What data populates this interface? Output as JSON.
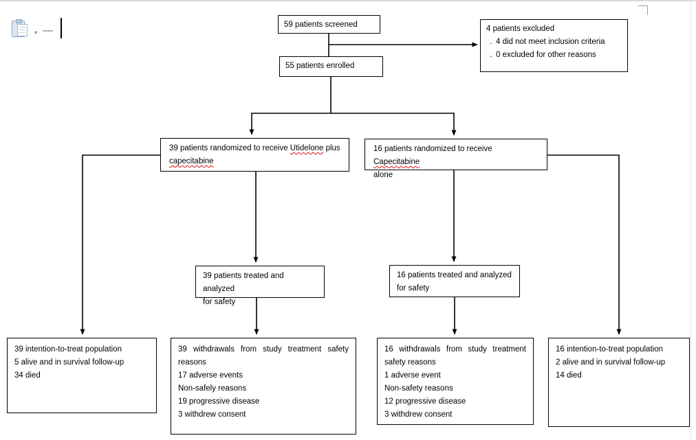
{
  "chrome": {
    "caret_glyph": "▾"
  },
  "colors": {
    "box_border": "#000000",
    "spellcheck_underline": "#e01010",
    "page_edge": "#d9d9d9"
  },
  "flowchart": {
    "screened": {
      "text": "59 patients screened"
    },
    "excluded": {
      "title": "4 patients excluded",
      "bullet": ".",
      "items": [
        "4 did not meet inclusion criteria",
        "0 excluded for other reasons"
      ]
    },
    "enrolled": {
      "text": "55 patients enrolled"
    },
    "randomized_utidelone": {
      "line1_prefix": "39 patients randomized to receive ",
      "line1_drug": "Utidelone",
      "line1_suffix": " plus",
      "line2_drug": "capecitabine"
    },
    "randomized_capecitabine": {
      "line1_prefix": "16 patients randomized to receive ",
      "line1_drug": "Capecitabine",
      "line2": "alone"
    },
    "treated_utidelone": {
      "line1": "39 patients treated and analyzed",
      "line2": "for safety"
    },
    "treated_capecitabine": {
      "line1": "16 patients treated and analyzed",
      "line2": "for safety"
    },
    "itt_utidelone": {
      "lines": [
        "39 intention-to-treat population",
        "5 alive and in survival follow-up",
        "34 died"
      ]
    },
    "withdrawals_utidelone": {
      "paragraph": "39 withdrawals from study treatment safety reasons",
      "lines": [
        "17 adverse events",
        "Non-safely reasons",
        "19 progressive disease",
        "3 withdrew consent"
      ]
    },
    "withdrawals_capecitabine": {
      "paragraph": "16 withdrawals from study treatment safety reasons",
      "lines": [
        "1 adverse event",
        "Non-safety reasons",
        "12 progressive disease",
        "3 withdrew consent"
      ]
    },
    "itt_capecitabine": {
      "lines": [
        "16 intention-to-treat population",
        "2 alive and in survival follow-up",
        "14 died"
      ]
    }
  }
}
